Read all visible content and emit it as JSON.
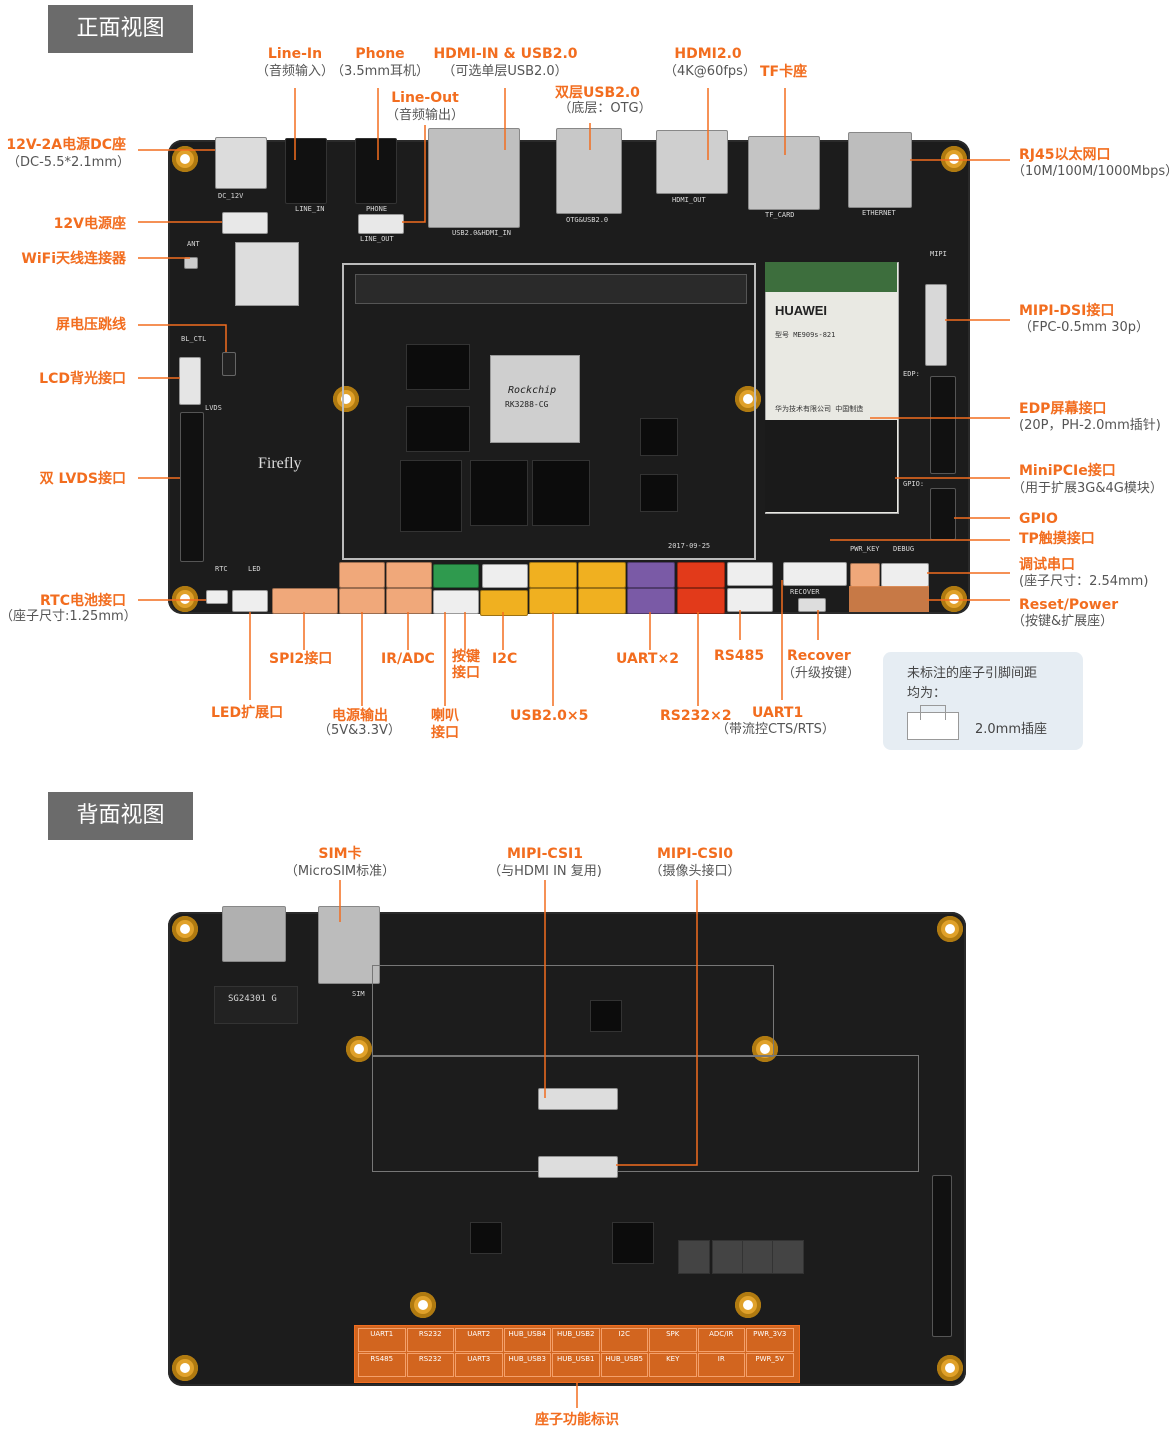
{
  "front": {
    "title": "正面视图",
    "labels": {
      "line_in": "Line-In",
      "line_in_sub": "（音频输入）",
      "phone": "Phone",
      "phone_sub": "（3.5mm耳机）",
      "line_out": "Line-Out",
      "line_out_sub": "（音频输出）",
      "hdmi_in": "HDMI-IN & USB2.0",
      "hdmi_in_sub": "（可选单层USB2.0）",
      "dual_usb": "双层USB2.0",
      "dual_usb_sub": "（底层：OTG）",
      "hdmi2": "HDMI2.0",
      "hdmi2_sub": "（4K@60fps）",
      "tf": "TF卡座",
      "dc": "12V-2A电源DC座",
      "dc_sub": "（DC-5.5*2.1mm）",
      "pwr12": "12V电源座",
      "wifi": "WiFi天线连接器",
      "jumper": "屏电压跳线",
      "lcd_bl": "LCD背光接口",
      "lvds": "双 LVDS接口",
      "rtc": "RTC电池接口",
      "rtc_sub": "（座子尺寸:1.25mm）",
      "rj45": "RJ45以太网口",
      "rj45_sub": "（10M/100M/1000Mbps）",
      "mipi_dsi": "MIPI-DSI接口",
      "mipi_dsi_sub": "（FPC-0.5mm 30p）",
      "edp": "EDP屏幕接口",
      "edp_sub": "(20P，PH-2.0mm插针)",
      "minipcie": "MiniPCIe接口",
      "minipcie_sub": "（用于扩展3G&4G模块）",
      "gpio": "GPIO",
      "tp": "TP触摸接口",
      "debug": "调试串口",
      "debug_sub": "(座子尺寸：2.54mm)",
      "reset": "Reset/Power",
      "reset_sub": "（按键&扩展座）",
      "spi2": "SPI2接口",
      "ir_adc": "IR/ADC",
      "key": "按键",
      "key2": "接口",
      "i2c": "I2C",
      "uart2": "UART×2",
      "rs485": "RS485",
      "recover": "Recover",
      "recover_sub": "（升级按键）",
      "led": "LED扩展口",
      "pwr_out": "电源输出",
      "pwr_out_sub": "（5V&3.3V）",
      "spk": "喇叭",
      "spk2": "接口",
      "usb5": "USB2.0×5",
      "rs232": "RS232×2",
      "uart1": "UART1",
      "uart1_sub": "（带流控CTS/RTS）"
    },
    "note": {
      "text1": "未标注的座子引脚间距",
      "text2": "均为：",
      "item": "2.0mm插座"
    },
    "pcb": {
      "dc": "DC_12V",
      "hdmi_in": "USB2.0&HDMI_IN",
      "otg": "OTG&USB2.0",
      "hdmi_out": "HDMI_OUT",
      "tf": "TF_CARD",
      "eth": "ETHERNET",
      "line_in": "LINE_IN",
      "phone": "PHONE",
      "line_out": "LINE_OUT",
      "mipi": "MIPI",
      "edp": "EDP:",
      "soc1": "Rockchip",
      "soc2": "RK3288-CG",
      "huawei": "HUAWEI",
      "huawei_model": "型号 ME909s-821",
      "huawei_mfr": "华为技术有限公司 中国制造",
      "firefly": "Firefly",
      "rtc": "RTC",
      "led": "LED",
      "recover": "RECOVER",
      "debug": "DEBUG",
      "pwr_key": "PWR_KEY",
      "lvds": "LVDS",
      "bl": "BL_CTL",
      "date": "2017-09-25",
      "ant": "ANT",
      "gpio": "GPIO:"
    }
  },
  "back": {
    "title": "背面视图",
    "labels": {
      "sim": "SIM卡",
      "sim_sub": "（MicroSIM标准）",
      "csi1": "MIPI-CSI1",
      "csi1_sub": "（与HDMI  IN 复用)",
      "csi0": "MIPI-CSI0",
      "csi0_sub": "（摄像头接口）",
      "func": "座子功能标识"
    },
    "pin_labels_top": [
      "UART1",
      "RS232",
      "UART2",
      "HUB_USB4",
      "HUB_USB2",
      "I2C",
      "SPK",
      "ADC/IR",
      "PWR_3V3"
    ],
    "pin_labels_bottom": [
      "RS485",
      "RS232",
      "UART3",
      "HUB_USB3",
      "HUB_USB1",
      "HUB_USB5",
      "KEY",
      "IR",
      "PWR_5V"
    ],
    "pcb": {
      "chip": "SG24301 G",
      "sim": "SIM"
    }
  },
  "colors": {
    "accent": "#f26d1f",
    "board": "#1c1c1c",
    "hole": "#e0a12a",
    "tab": "#6b6b6b",
    "note_bg": "#e6edf3"
  }
}
